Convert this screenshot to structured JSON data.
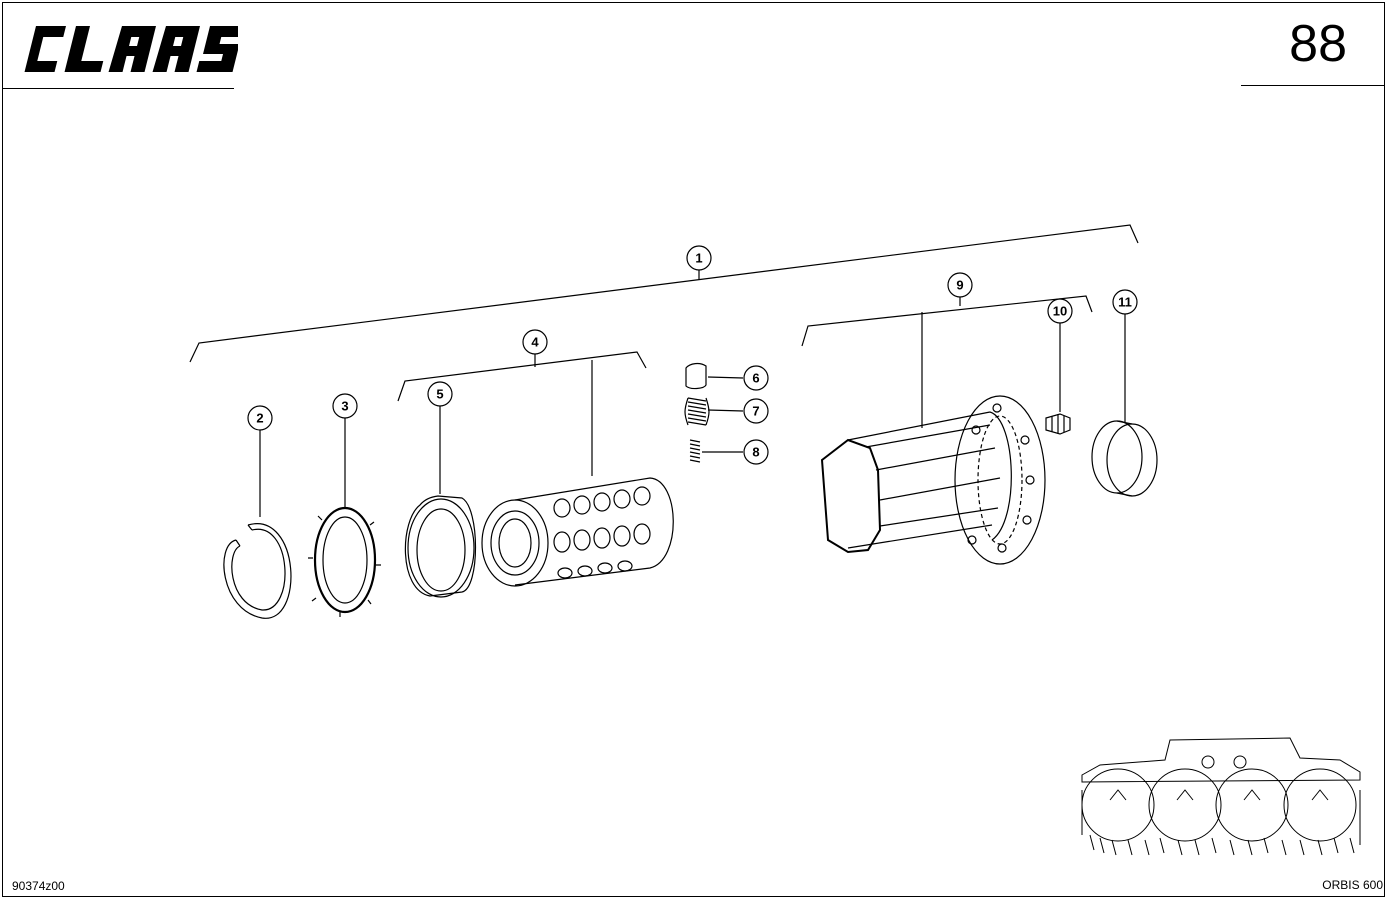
{
  "header": {
    "brand": "CLAAS",
    "page_number": "88"
  },
  "footer": {
    "drawing_id": "90374z00",
    "model": "ORBIS 600"
  },
  "callouts": [
    "1",
    "2",
    "3",
    "4",
    "5",
    "6",
    "7",
    "8",
    "9",
    "10",
    "11"
  ]
}
